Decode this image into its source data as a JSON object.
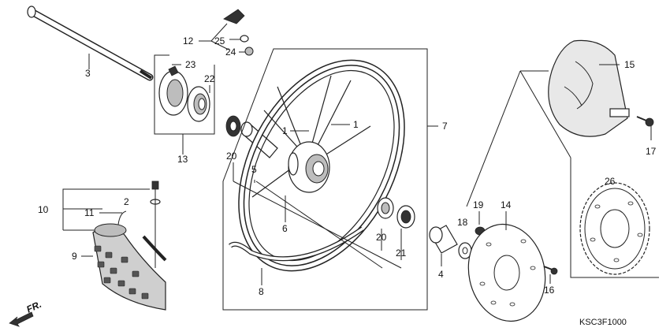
{
  "diagram": {
    "code": "KSC3F1000",
    "direction_label": "FR.",
    "callouts": {
      "c1a": "1",
      "c1b": "1",
      "c2": "2",
      "c3": "3",
      "c4": "4",
      "c5": "5",
      "c6": "6",
      "c7": "7",
      "c8": "8",
      "c9": "9",
      "c10": "10",
      "c11": "11",
      "c12": "12",
      "c13": "13",
      "c14": "14",
      "c15": "15",
      "c16": "16",
      "c17": "17",
      "c18": "18",
      "c19": "19",
      "c20a": "20",
      "c20b": "20",
      "c21": "21",
      "c22": "22",
      "c23": "23",
      "c24": "24",
      "c25": "25",
      "c26": "26"
    }
  }
}
